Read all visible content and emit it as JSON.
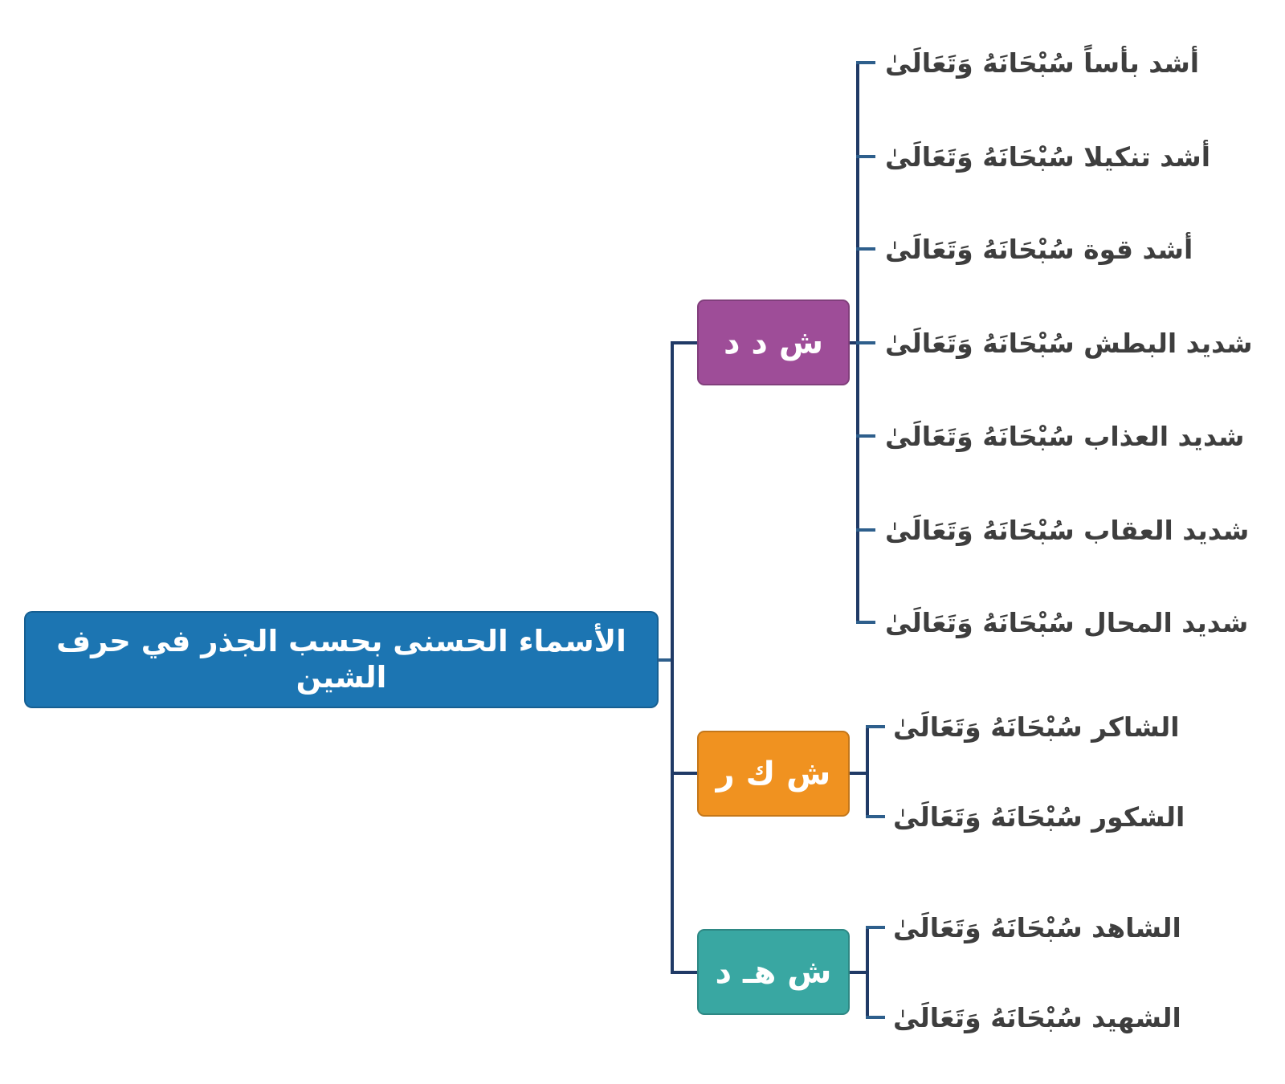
{
  "root": {
    "label": "الأسماء الحسنى بحسب الجذر في حرف الشين"
  },
  "groups": [
    {
      "id": "shdd",
      "label": "ش د د",
      "leaves": [
        "أشد بأساً سُبْحَانَهُ وَتَعَالَىٰ",
        "أشد تنكيلا سُبْحَانَهُ وَتَعَالَىٰ",
        "أشد قوة سُبْحَانَهُ وَتَعَالَىٰ",
        "شديد البطش سُبْحَانَهُ وَتَعَالَىٰ",
        "شديد العذاب سُبْحَانَهُ وَتَعَالَىٰ",
        "شديد العقاب سُبْحَانَهُ وَتَعَالَىٰ",
        "شديد المحال سُبْحَانَهُ وَتَعَالَىٰ"
      ]
    },
    {
      "id": "shkr",
      "label": "ش ك ر",
      "leaves": [
        "الشاكر سُبْحَانَهُ وَتَعَالَىٰ",
        "الشكور سُبْحَانَهُ وَتَعَالَىٰ"
      ]
    },
    {
      "id": "shhd",
      "label": "ش هـ د",
      "leaves": [
        "الشاهد سُبْحَانَهُ وَتَعَالَىٰ",
        "الشهيد سُبْحَانَهُ وَتَعَالَىٰ"
      ]
    }
  ],
  "colors": {
    "root_box": "#1C75B2",
    "group_shdd": "#9E4D98",
    "group_shkr": "#F09220",
    "group_shhd": "#39A7A2",
    "trunk": "#203A66",
    "tick": "#2E5F8C",
    "leaf_text": "#3E3E3E",
    "box_text": "#FFFFFF"
  }
}
